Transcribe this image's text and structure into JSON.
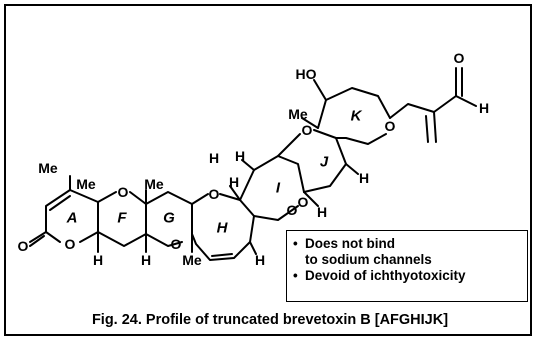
{
  "figure": {
    "caption": "Fig. 24. Profile of truncated brevetoxin B [AFGHIJK]",
    "rings": [
      "A",
      "F",
      "G",
      "H",
      "I",
      "J",
      "K"
    ],
    "atoms": {
      "ho": "HO",
      "me_k": "Me",
      "o_jk": "O",
      "o_k": "O",
      "o_ald": "O",
      "h_ald": "H",
      "me_a_top": "Me",
      "me_a": "Me",
      "o_af": "O",
      "me_fg": "Me",
      "h_gh": "H",
      "o_gh": "O",
      "h_hi": "H",
      "h_ij": "H",
      "o_ij": "O",
      "h_jk": "H",
      "o_lac_carbonyl": "O",
      "o_lac": "O",
      "h_a": "H",
      "h_f": "H",
      "o_fg": "O",
      "me_g": "Me",
      "o_hi": "O",
      "h_hi2": "H",
      "h_ij2": "H"
    },
    "notes": [
      "Does not bind to sodium channels",
      "Devoid of ichthyotoxicity"
    ],
    "note_lines": [
      [
        "Does not bind",
        "to sodium channels"
      ],
      [
        "Devoid of ichthyotoxicity"
      ]
    ],
    "bullet_glyph": "•"
  }
}
